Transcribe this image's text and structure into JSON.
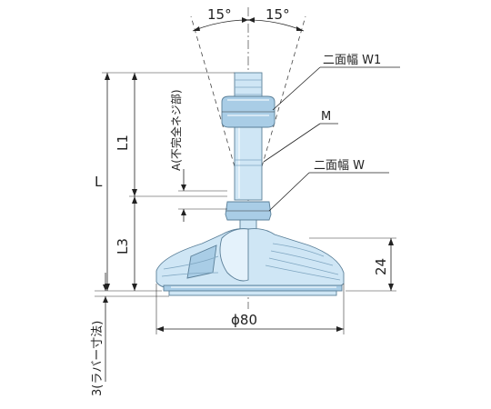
{
  "labels": {
    "angle_left": "15°",
    "angle_right": "15°",
    "width_across_flats_w1": "二面幅 W1",
    "thread_m": "M",
    "width_across_flats_w": "二面幅 W",
    "dim_l": "L",
    "dim_l1": "L1",
    "dim_l3": "L3",
    "dim_a": "A(不完全ネジ部)",
    "dim_24": "24",
    "dim_phi80": "ϕ80",
    "rubber": "3(ラバー寸法)"
  },
  "colors": {
    "part_fill": "#cfe6f5",
    "part_dark": "#a9cde6",
    "outline": "#5a7f98"
  }
}
